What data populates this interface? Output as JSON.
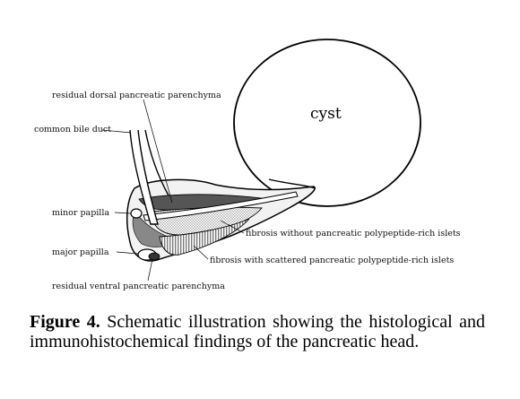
{
  "labels": {
    "cyst": "cyst",
    "residual_dorsal": "residual dorsal pancreatic parenchyma",
    "common_bile_duct": "common bile duct",
    "minor_papilla": "minor papilla",
    "major_papilla": "major papilla",
    "residual_ventral": "residual ventral pancreatic parenchyma",
    "fibrosis_without": "fibrosis without pancreatic polypeptide-rich islets",
    "fibrosis_with": "fibrosis with scattered pancreatic polypeptide-rich islets"
  },
  "caption": {
    "label": "Figure 4.",
    "text": "Schematic illustration showing the histological and immunohistochemical findings of the pancreatic head."
  }
}
